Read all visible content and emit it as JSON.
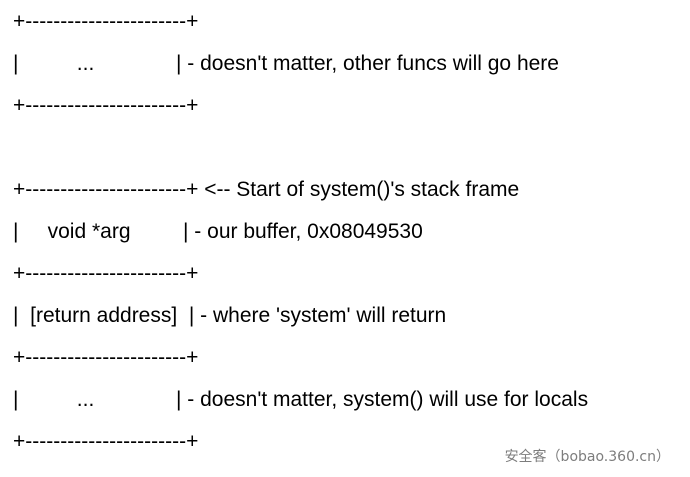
{
  "page": {
    "background_color": "#ffffff",
    "text_color": "#000000"
  },
  "diagram": {
    "description_lines": [
      "+-----------------------+",
      "|          ...              | - doesn't matter, other funcs will go here",
      "+-----------------------+",
      "",
      "+-----------------------+ <-- Start of system()'s stack frame",
      "|     void *arg         | - our buffer, 0x08049530",
      "+-----------------------+",
      "|  [return address]  | - where 'system' will return",
      "+-----------------------+",
      "|          ...              | - doesn't matter, system() will use for locals",
      "+-----------------------+"
    ],
    "stack_rows": [
      {
        "cell": "...",
        "comment": "doesn't matter, other funcs will go here"
      },
      {
        "cell": "void *arg",
        "comment": "our buffer, 0x08049530"
      },
      {
        "cell": "[return address]",
        "comment": "where 'system' will return"
      },
      {
        "cell": "...",
        "comment": "doesn't matter, system() will use for locals"
      }
    ],
    "frame_start_annotation": "<-- Start of system()'s stack frame",
    "buffer_address": "0x08049530"
  },
  "watermark": {
    "text": "安全客（bobao.360.cn）",
    "color": "#7d7d7d"
  }
}
